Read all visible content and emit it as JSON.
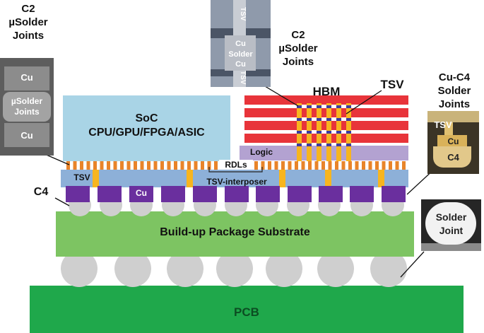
{
  "labels": {
    "c2_left": [
      "C2",
      "µSolder",
      "Joints"
    ],
    "c2_center": [
      "C2",
      "µSolder",
      "Joints"
    ],
    "hbm": "HBM",
    "tsv_top": "TSV",
    "cu_c4": [
      "Cu-C4",
      "Solder",
      "Joints"
    ],
    "soc": [
      "SoC",
      "CPU/GPU/FPGA/ASIC"
    ],
    "logic": "Logic",
    "rdls": "RDLs",
    "tsv_interposer": "TSV-interposer",
    "tsv_left": "TSV",
    "cu_pad": "Cu",
    "c4": "C4",
    "substrate": "Build-up Package Substrate",
    "pcb": "PCB"
  },
  "photos": {
    "left": {
      "top": "Cu",
      "middle": [
        "µSolder",
        "Joints"
      ],
      "bottom": "Cu"
    },
    "center": {
      "tsv_top": "TSV",
      "cu_top": "Cu",
      "solder": "Solder",
      "cu_bottom": "Cu",
      "tsv_bottom": "TSV"
    },
    "right": {
      "tsv": "TSV",
      "cu": "Cu",
      "c4": "C4"
    },
    "solder_joint": [
      "Solder",
      "Joint"
    ]
  },
  "colors": {
    "soc": "#a9d4e6",
    "hbm_layer": "#e8343a",
    "logic": "#b3a2d1",
    "interposer": "#8db0d8",
    "cu_pad": "#6a2f9e",
    "tsv": "#f7b51f",
    "substrate": "#7dc462",
    "pcb": "#1fa84b",
    "ball": "#cfcfcf"
  }
}
